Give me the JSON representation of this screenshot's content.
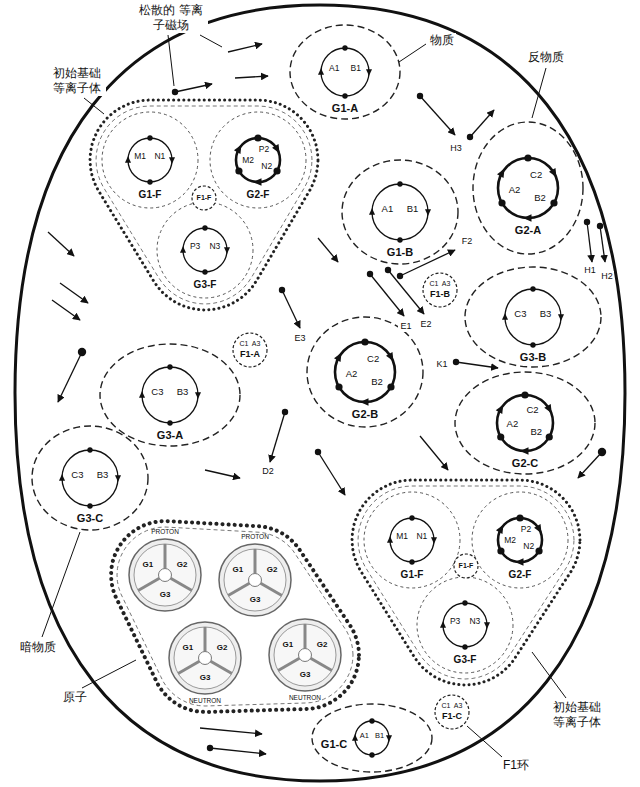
{
  "diagram": {
    "nodes": [
      {
        "text": [
          "A1",
          "B1",
          "G1-A"
        ]
      },
      {
        "text": [
          "初始基础 等离子体"
        ]
      },
      {
        "text": [
          "M1",
          "N1",
          "G1-F"
        ],
        "in": 1
      },
      {
        "text": [
          "P2",
          "M2",
          "N2",
          "G2-F"
        ],
        "in": 1
      },
      {
        "text": [
          "P3",
          "N3",
          "G3-F"
        ],
        "in": 1
      },
      {
        "text": [
          "F1-F"
        ],
        "in": 1
      },
      {
        "text": [
          "A1",
          "B1",
          "G1-B"
        ]
      },
      {
        "text": [
          "C2",
          "A2",
          "B2",
          "G2-A"
        ]
      },
      {
        "text": [
          "C1",
          "A3",
          "F1-B"
        ]
      },
      {
        "text": [
          "C3",
          "B3",
          "G3-B"
        ]
      },
      {
        "text": [
          "C1",
          "A3",
          "F1-A"
        ]
      },
      {
        "text": [
          "C2",
          "A2",
          "B2",
          "G2-B"
        ]
      },
      {
        "text": [
          "C3",
          "B3",
          "G3-A"
        ]
      },
      {
        "text": [
          "C2",
          "A2",
          "B2",
          "G2-C"
        ]
      },
      {
        "text": [
          "C3",
          "B3",
          "G3-C"
        ]
      },
      {
        "text": [
          "原子"
        ]
      },
      {
        "text": [
          "G1",
          "G2",
          "G3",
          "PROTON"
        ],
        "in": 15
      },
      {
        "text": [
          "G1",
          "G2",
          "G3",
          "PROTON"
        ],
        "in": 15
      },
      {
        "text": [
          "G1",
          "G2",
          "G3",
          "NEUTRON"
        ],
        "in": 15
      },
      {
        "text": [
          "G1",
          "G2",
          "G3",
          "NEUTRON"
        ],
        "in": 15
      },
      {
        "text": [
          "初始基础 等离子体"
        ]
      },
      {
        "text": [
          "M1",
          "N1",
          "G1-F"
        ],
        "in": 20
      },
      {
        "text": [
          "P2",
          "M2",
          "N2",
          "G2-F"
        ],
        "in": 20
      },
      {
        "text": [
          "P3",
          "N3",
          "G3-F"
        ],
        "in": 20
      },
      {
        "text": [
          "F1-F"
        ],
        "in": 20
      },
      {
        "text": [
          "A1",
          "B1",
          "G1-C"
        ]
      },
      {
        "text": [
          "C1",
          "A3",
          "F1-C"
        ]
      }
    ],
    "labels": [
      "松散的 等离子磁场",
      "物质",
      "H3",
      "反物质",
      "F2",
      "E1",
      "E2",
      "E3",
      "K1",
      "H1",
      "H2",
      "D2",
      "暗物质",
      "F1环"
    ]
  }
}
